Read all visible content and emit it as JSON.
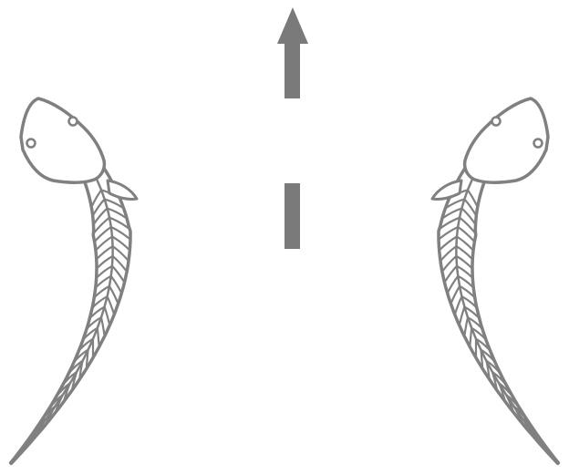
{
  "diagram": {
    "colors": {
      "stroke": "#808080",
      "fill": "#ffffff",
      "arrow": "#7a7a7a",
      "background": "#ffffff"
    },
    "elements": [
      {
        "kind": "fish",
        "icon": "fish-body-outline-icon",
        "facing": "up",
        "curve": "left"
      },
      {
        "kind": "fish",
        "icon": "fish-body-outline-icon",
        "facing": "up",
        "curve": "right"
      },
      {
        "kind": "arrow",
        "icon": "arrow-up-icon",
        "direction": "up"
      },
      {
        "kind": "bar",
        "icon": "bar-marker-icon"
      }
    ]
  }
}
